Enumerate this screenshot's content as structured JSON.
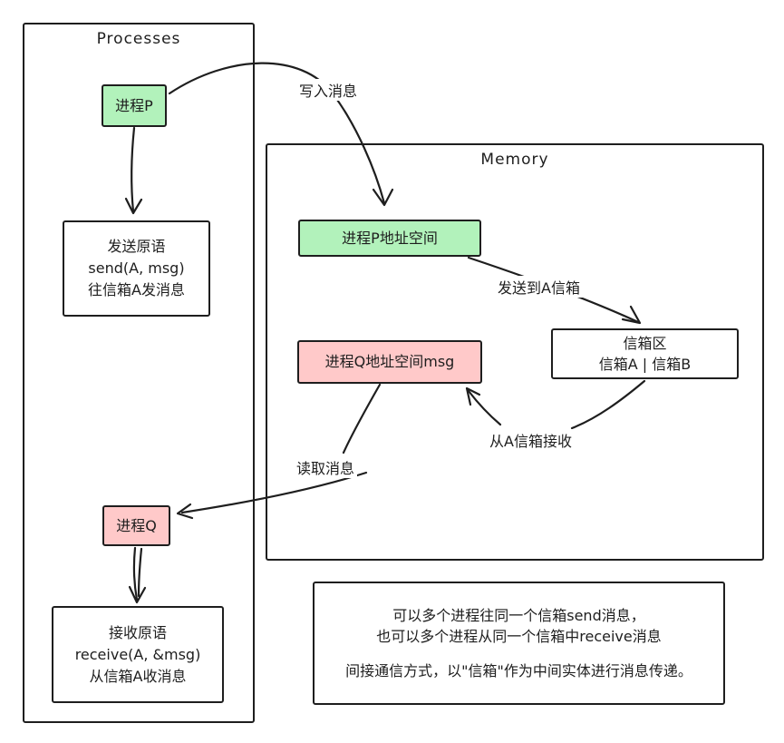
{
  "frames": {
    "processes": {
      "label": "Processes"
    },
    "memory": {
      "label": "Memory"
    }
  },
  "nodes": {
    "process_p": {
      "label": "进程P"
    },
    "send_primitive": {
      "lines": [
        "发送原语",
        "send(A, msg)",
        "往信箱A发消息"
      ]
    },
    "process_p_addr": {
      "label": "进程P地址空间"
    },
    "mailbox": {
      "lines": [
        "信箱区",
        "信箱A | 信箱B"
      ]
    },
    "process_q_addr": {
      "label": "进程Q地址空间msg"
    },
    "process_q": {
      "label": "进程Q"
    },
    "receive_primitive": {
      "lines": [
        "接收原语",
        "receive(A, &msg)",
        "从信箱A收消息"
      ]
    }
  },
  "edge_labels": {
    "write_message": "写入消息",
    "send_to_a": "发送到A信箱",
    "receive_from_a": "从A信箱接收",
    "read_message": "读取消息"
  },
  "note": {
    "lines": [
      "可以多个进程往同一个信箱send消息，",
      "也可以多个进程从同一个信箱中receive消息",
      "间接通信方式，以\"信箱\"作为中间实体进行消息传递。"
    ]
  },
  "colors": {
    "green_fill": "#b2f2bb",
    "pink_fill": "#ffc9c9",
    "stroke": "#1e1e1e",
    "background": "#ffffff"
  }
}
